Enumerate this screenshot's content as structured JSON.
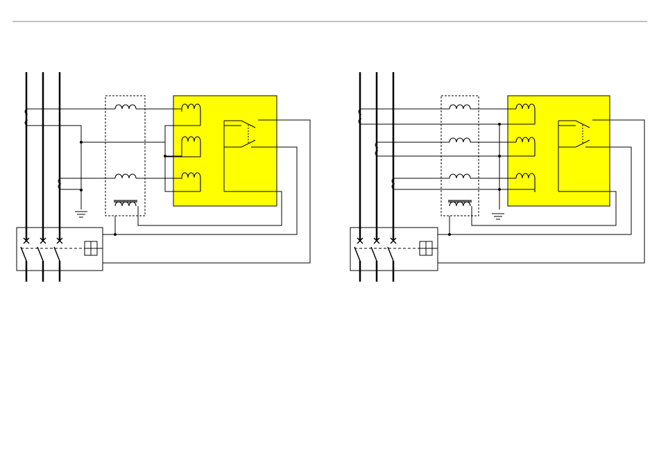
{
  "colors": {
    "relay_fill": "#ffff00",
    "line": "#000000",
    "rule": "#808080",
    "background": "#ffffff"
  },
  "diagrams": [
    {
      "id": "left",
      "variant": "two-ct-with-ground-ct"
    },
    {
      "id": "right",
      "variant": "three-ct-with-ground-ct"
    }
  ]
}
